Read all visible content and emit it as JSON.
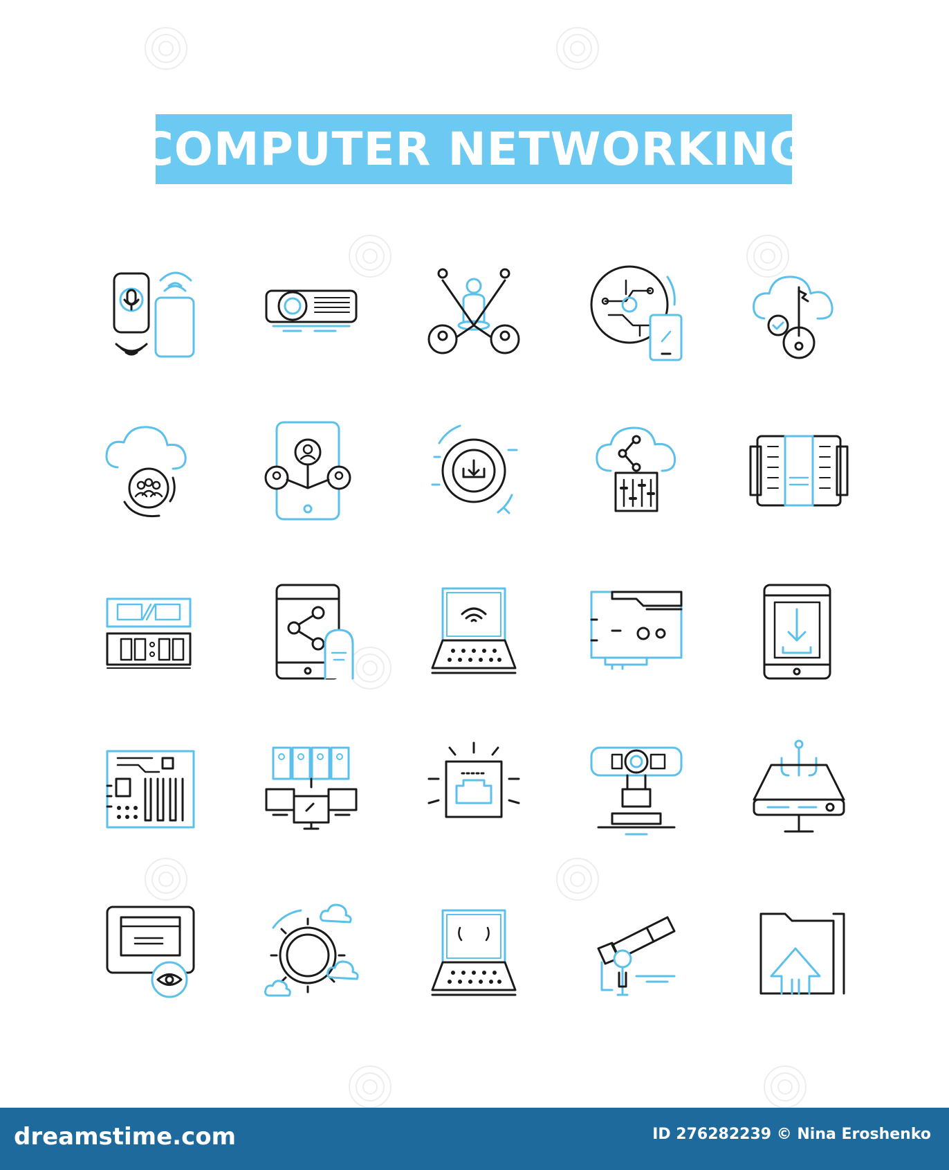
{
  "title": "COMPUTER NETWORKING",
  "colors": {
    "banner": "#6ccaf2",
    "accent": "#5bc0ea",
    "line": "#1a1a1a",
    "footer": "#1e6a9c"
  },
  "footer": {
    "brand": "dreamstime.com",
    "id_text": "ID 276282239 © Nina Eroshenko"
  },
  "icons": [
    "phone-voice-wireless-icon",
    "projector-icon",
    "user-network-icon",
    "circuit-tablet-icon",
    "cloud-key-icon",
    "cloud-team-icon",
    "tablet-social-network-icon",
    "download-button-icon",
    "cloud-mixer-icon",
    "server-rack-icon",
    "ram-module-icon",
    "tablet-share-touch-icon",
    "laptop-wifi-icon",
    "network-card-icon",
    "tablet-download-icon",
    "motherboard-icon",
    "server-computers-icon",
    "ethernet-port-icon",
    "webcam-icon",
    "network-router-icon",
    "monitor-eye-icon",
    "gear-cloud-icon",
    "laptop-icon",
    "telescope-icon",
    "folder-upload-icon"
  ]
}
